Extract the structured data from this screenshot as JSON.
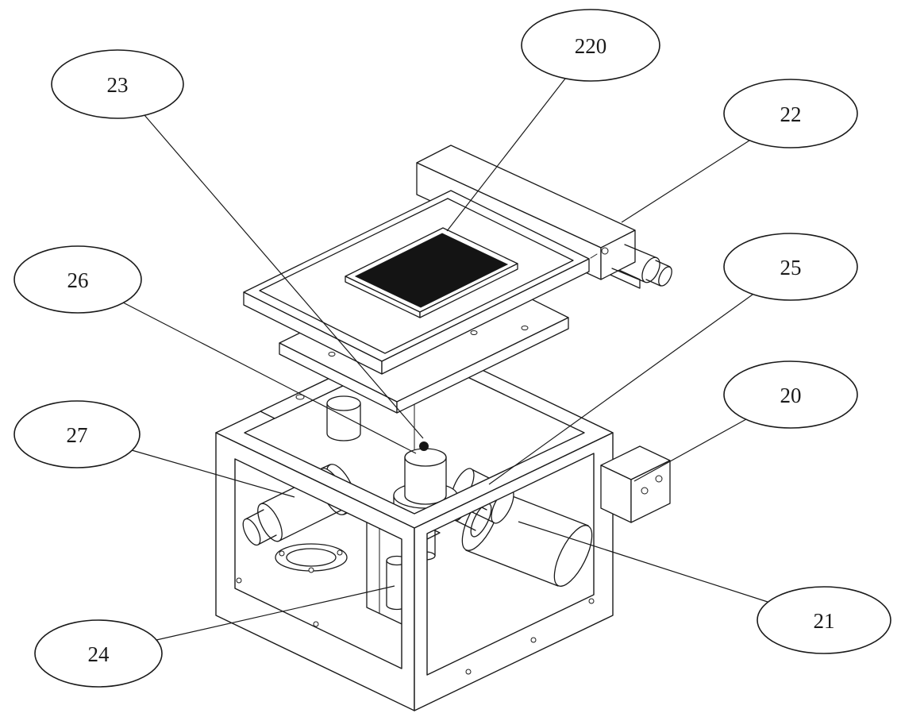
{
  "figure": {
    "background_color": "#ffffff",
    "line_color": "#1a1a1a",
    "panel_color": "#141414"
  },
  "callouts": [
    {
      "label": "23"
    },
    {
      "label": "220"
    },
    {
      "label": "22"
    },
    {
      "label": "26"
    },
    {
      "label": "25"
    },
    {
      "label": "27"
    },
    {
      "label": "20"
    },
    {
      "label": "24"
    },
    {
      "label": "21"
    }
  ]
}
